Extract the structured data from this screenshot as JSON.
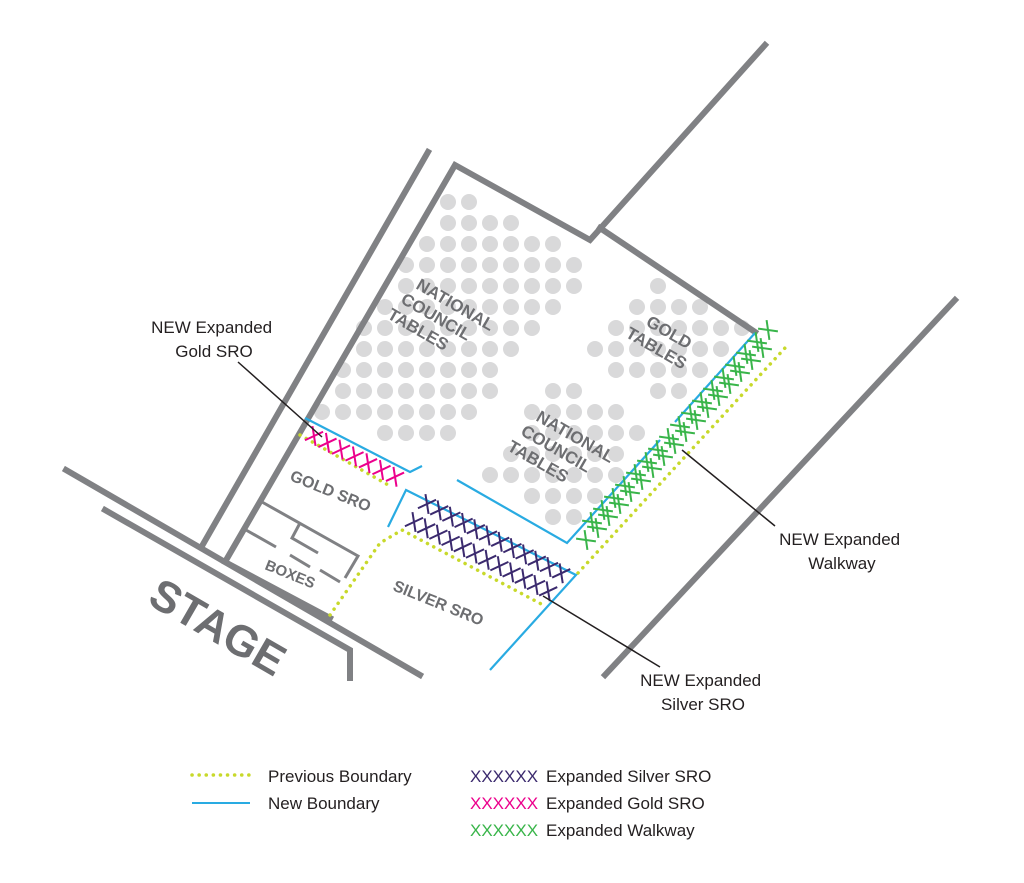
{
  "areas": {
    "stage": "STAGE",
    "national_council_tables_left": [
      "NATIONAL",
      "COUNCIL",
      "TABLES"
    ],
    "national_council_tables_right": [
      "NATIONAL",
      "COUNCIL",
      "TABLES"
    ],
    "gold_tables": [
      "GOLD",
      "TABLES"
    ],
    "gold_sro": "GOLD SRO",
    "silver_sro": "SILVER SRO",
    "boxes": "BOXES"
  },
  "callouts": {
    "gold": [
      "NEW Expanded",
      "Gold SRO"
    ],
    "walkway": [
      "NEW Expanded",
      "Walkway"
    ],
    "silver": [
      "NEW Expanded",
      "Silver SRO"
    ]
  },
  "legend": {
    "previous_boundary": "Previous Boundary",
    "new_boundary": "New Boundary",
    "silver_marks": "XXXXXX",
    "silver": "Expanded Silver SRO",
    "gold_marks": "XXXXXX",
    "gold": "Expanded Gold SRO",
    "walkway_marks": "XXXXXX",
    "walkway": "Expanded Walkway"
  },
  "colors": {
    "wall": "#808184",
    "seat": "#d9d9da",
    "label": "#6d6e71",
    "new_boundary": "#29abe2",
    "previous_boundary": "#c8d92b",
    "silver": "#3b2a6e",
    "gold": "#ec008c",
    "walkway": "#39b54a"
  }
}
